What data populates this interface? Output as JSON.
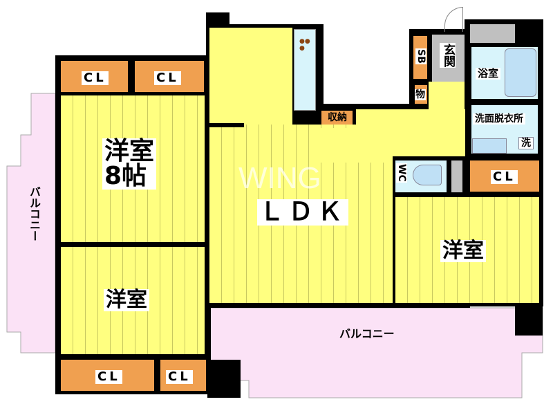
{
  "rooms": {
    "bedroom_main": {
      "label": "洋室",
      "size": "8帖"
    },
    "bedroom_left": {
      "label": "洋室"
    },
    "bedroom_right": {
      "label": "洋室"
    },
    "ldk": {
      "label": "ＬＤＫ"
    },
    "storage": {
      "label": "収納"
    },
    "entrance": {
      "label": "玄関"
    },
    "shoe_box": {
      "label": "SB"
    },
    "closet_small": {
      "label": "物"
    },
    "bathroom": {
      "label": "浴室"
    },
    "washroom": {
      "label": "洗面脱衣所"
    },
    "washer": {
      "label": "洗"
    },
    "wc": {
      "label": "WC"
    },
    "balcony_left": {
      "label": "バルコニー"
    },
    "balcony_bottom": {
      "label": "バルコニー"
    }
  },
  "closets": [
    "CL",
    "CL",
    "CL",
    "CL",
    "CL"
  ],
  "watermark": "WING"
}
